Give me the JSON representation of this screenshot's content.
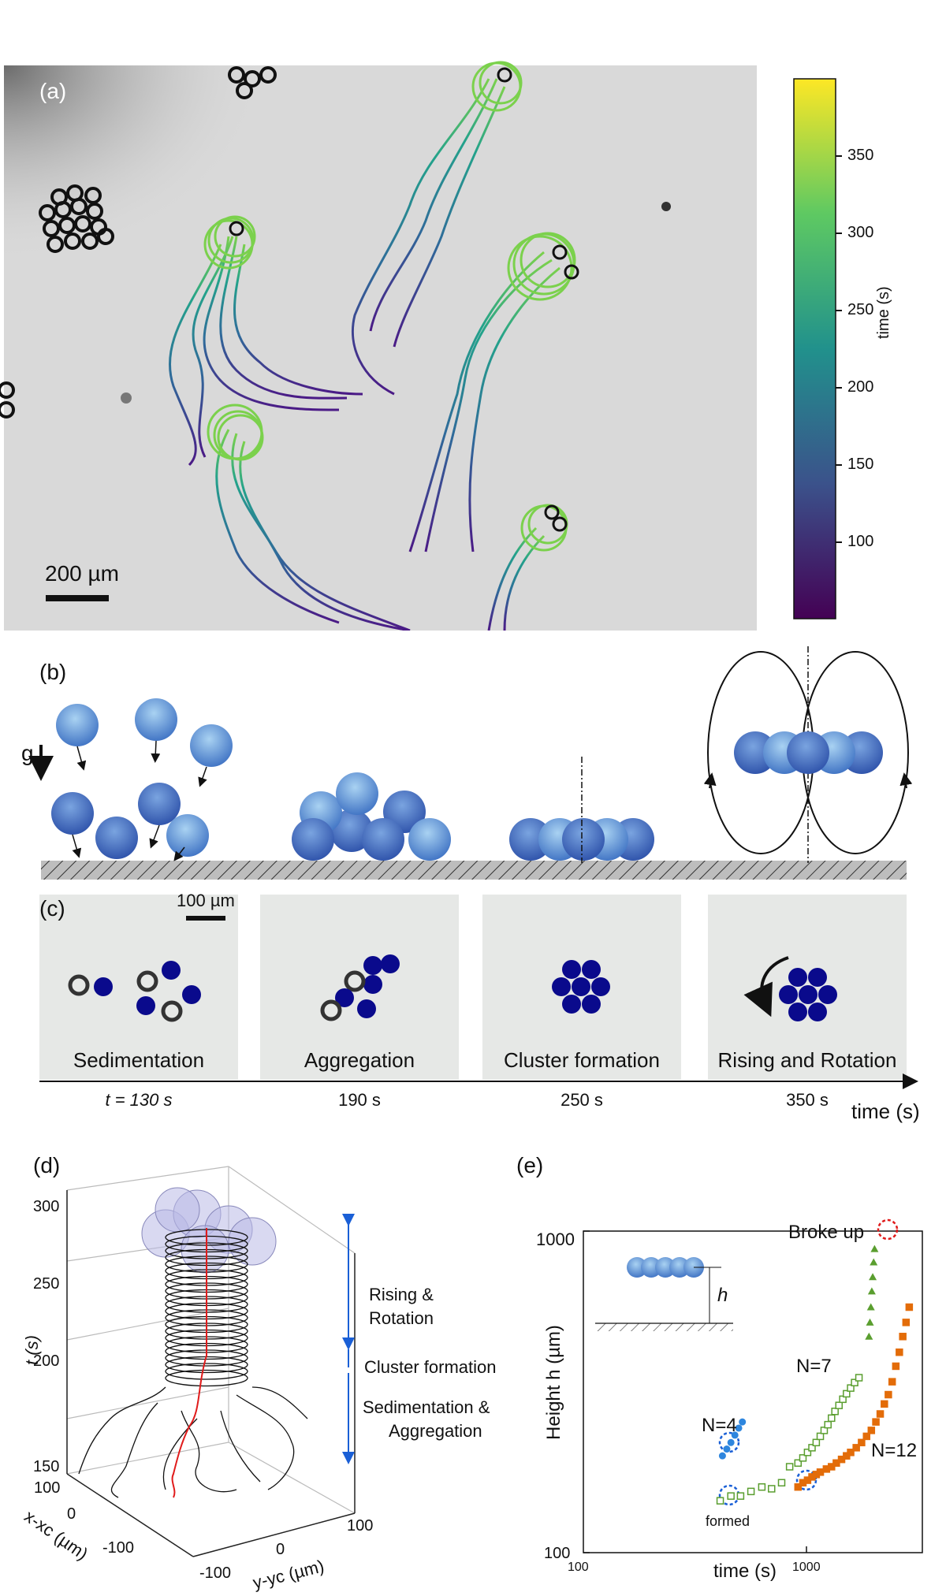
{
  "panel_a": {
    "label": "(a)",
    "scale_bar": "200 µm",
    "colorbar": {
      "label": "time (s)",
      "ticks": [
        "350",
        "300",
        "250",
        "200",
        "150",
        "100"
      ],
      "colormap": [
        "#440154",
        "#3b528b",
        "#21918c",
        "#5ec962",
        "#fde725"
      ]
    },
    "background_color": "#d9d9d9"
  },
  "panel_b": {
    "label": "(b)",
    "gravity": "g",
    "sphere_color": "#5b8fd6"
  },
  "panel_c": {
    "label": "(c)",
    "scale_bar": "100 µm",
    "stages": [
      "Sedimentation",
      "Aggregation",
      "Cluster formation",
      "Rising and Rotation"
    ],
    "times": [
      "t = 130 s",
      "190 s",
      "250 s",
      "350 s"
    ],
    "axis_label": "time (s)",
    "particle_color": "#0a0a8c"
  },
  "panel_d": {
    "label": "(d)",
    "t_ticks": [
      "300",
      "250",
      "200",
      "150"
    ],
    "t_label": "t (s)",
    "x_label": "x-xc (µm)",
    "y_label": "y-yc (µm)",
    "x_ticks": [
      "100",
      "0",
      "-100"
    ],
    "y_ticks": [
      "-100",
      "0",
      "100"
    ],
    "phases": [
      "Rising &",
      "Rotation",
      "Cluster formation",
      "Sedimentation &",
      "Aggregation"
    ]
  },
  "panel_e": {
    "label": "(e)",
    "y_label": "Height h (µm)",
    "x_label": "time (s)",
    "y_ticks": [
      "1000",
      "100"
    ],
    "x_ticks": [
      "100",
      "1000"
    ],
    "h_label": "h",
    "annotations": [
      "N=4",
      "N=7",
      "N=12",
      "Broke up",
      "formed"
    ]
  },
  "chart_data": {
    "type": "scatter",
    "xlabel": "time (s)",
    "ylabel": "Height h (µm)",
    "xscale": "log",
    "yscale": "log",
    "xlim": [
      100,
      3500
    ],
    "ylim": [
      100,
      1000
    ],
    "series": [
      {
        "name": "N=4",
        "color": "#2e86de",
        "marker": "circle",
        "x": [
          430,
          450,
          470,
          490,
          510,
          530
        ],
        "y": [
          200,
          210,
          220,
          232,
          244,
          255
        ]
      },
      {
        "name": "N=7",
        "color": "#5a9e2f",
        "marker": "square",
        "x": [
          420,
          470,
          520,
          580,
          650,
          720,
          800,
          870,
          950,
          1000,
          1050,
          1100,
          1150,
          1200,
          1250,
          1300,
          1350,
          1400,
          1460,
          1520,
          1580,
          1650,
          1720,
          1800
        ],
        "y": [
          145,
          150,
          150,
          155,
          160,
          158,
          165,
          185,
          190,
          197,
          205,
          212,
          220,
          230,
          240,
          250,
          262,
          275,
          287,
          300,
          312,
          325,
          338,
          350
        ]
      },
      {
        "name": "N=7 rising",
        "color": "#5a9e2f",
        "marker": "triangle",
        "x": [
          2000,
          2020,
          2040,
          2060,
          2080,
          2100,
          2120
        ],
        "y": [
          470,
          520,
          580,
          650,
          720,
          800,
          880
        ]
      },
      {
        "name": "N=12",
        "color": "#e36c09",
        "marker": "square",
        "x": [
          950,
          1000,
          1050,
          1100,
          1150,
          1200,
          1280,
          1350,
          1420,
          1500,
          1580,
          1650,
          1750,
          1850,
          1950,
          2050,
          2150,
          2250,
          2350,
          2450,
          2550,
          2650,
          2750,
          2850,
          2950,
          3050
        ],
        "y": [
          160,
          165,
          168,
          172,
          175,
          178,
          182,
          185,
          190,
          195,
          200,
          205,
          212,
          220,
          230,
          240,
          255,
          270,
          290,
          310,
          340,
          380,
          420,
          470,
          520,
          580
        ]
      }
    ]
  }
}
